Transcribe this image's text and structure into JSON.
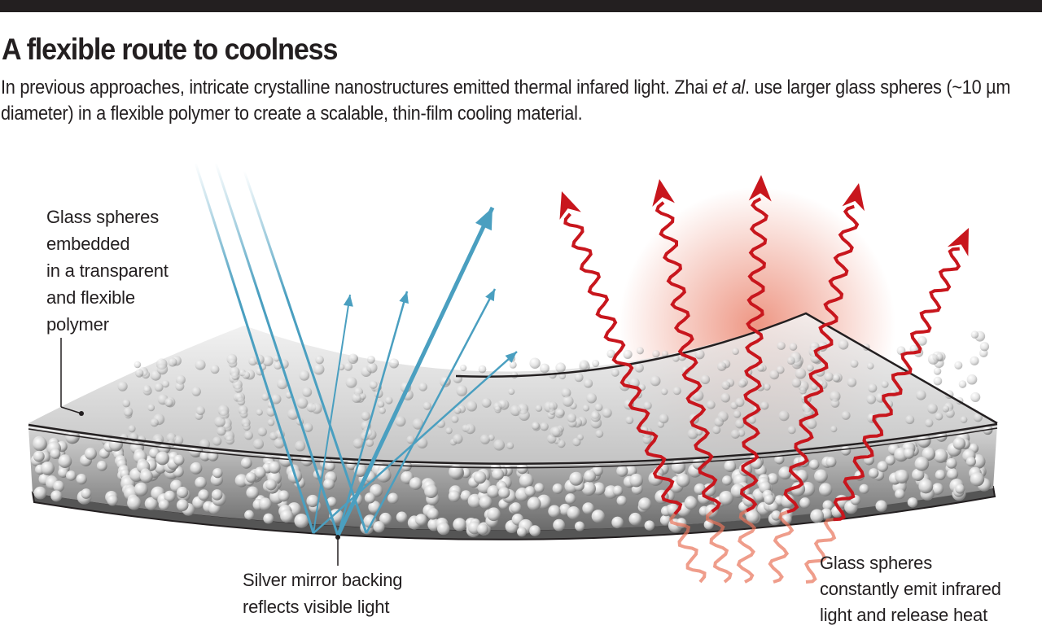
{
  "header": {
    "title": "A flexible route to coolness",
    "subtitle_part1": "In previous approaches, intricate crystalline nanostructures emitted thermal infared light. Zhai ",
    "subtitle_italic": "et al",
    "subtitle_part2": ". use larger glass spheres (~10 µm diameter) in a flexible polymer to create a scalable, thin-film cooling material."
  },
  "labels": {
    "polymer": "Glass spheres\nembedded\nin a transparent\nand flexible\npolymer",
    "mirror": "Silver mirror backing\nreflects visible light",
    "emission": "Glass spheres\nconstantly emit infrared\nlight and release heat"
  },
  "colors": {
    "visible_light": "#4a9fc0",
    "infrared": "#c8161d",
    "heat_glow": "#e8735a",
    "ink": "#231f20"
  }
}
